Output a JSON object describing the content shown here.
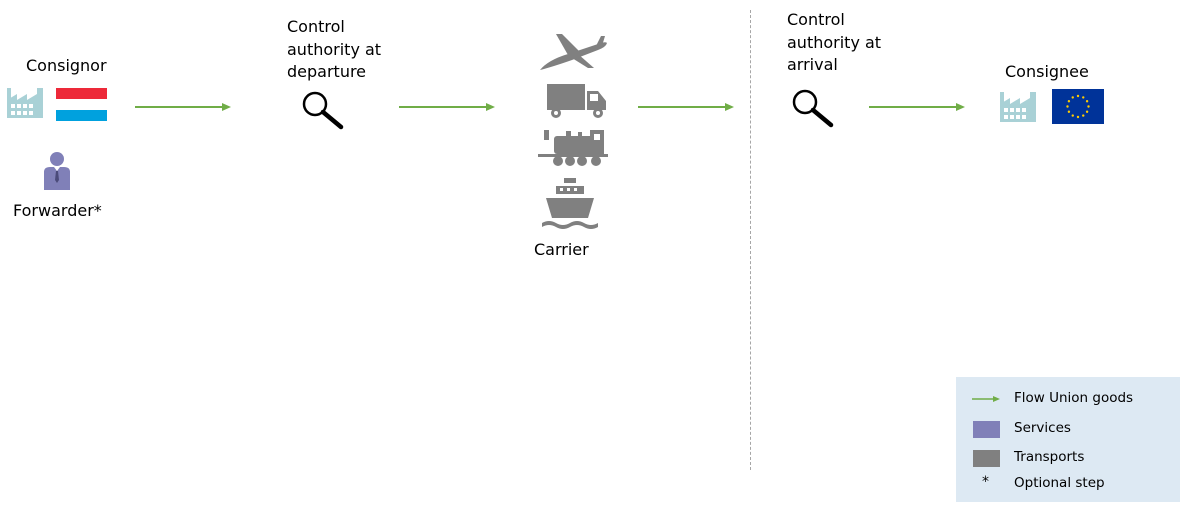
{
  "labels": {
    "consignor": "Consignor",
    "forwarder": "Forwarder*",
    "control_departure": [
      "Control",
      "authority at",
      "departure"
    ],
    "carrier": "Carrier",
    "control_arrival": [
      "Control",
      "authority at",
      "arrival"
    ],
    "consignee": "Consignee"
  },
  "legend": {
    "flow": "Flow Union goods",
    "services": "Services",
    "transports": "Transports",
    "optional_marker": "*",
    "optional": "Optional step"
  },
  "colors": {
    "arrow": "#70ad47",
    "services": "#8080b8",
    "transports": "#808080",
    "factory": "#a9d1d6",
    "lu_red": "#ed2939",
    "lu_blue": "#00a1de",
    "eu_blue": "#003399",
    "eu_star": "#ffcc00",
    "legend_bg": "#dde9f3"
  },
  "icons": [
    "factory-icon",
    "luxembourg-flag-icon",
    "person-icon",
    "magnifier-icon",
    "airplane-icon",
    "truck-icon",
    "train-icon",
    "ship-icon",
    "eu-flag-icon"
  ]
}
